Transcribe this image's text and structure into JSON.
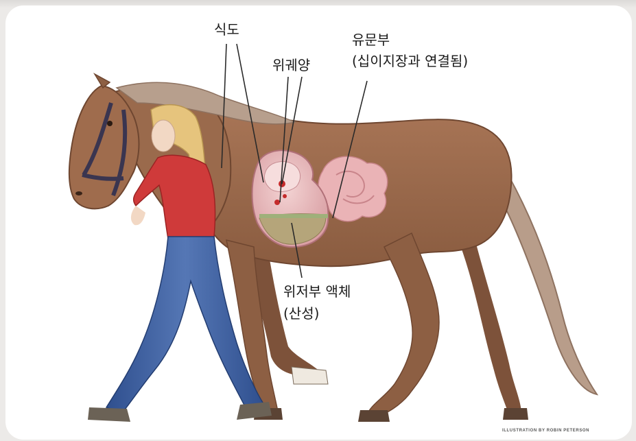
{
  "labels": {
    "esophagus": "식도",
    "ulcer": "위궤양",
    "pylorus_title": "유문부",
    "pylorus_sub": "(십이지장과 연결됨)",
    "fluid_title": "위저부 액체",
    "fluid_sub": "(산성)"
  },
  "credit": "ILLUSTRATION BY ROBIN PETERSON",
  "colors": {
    "horse_body": "#9a6a4c",
    "mane_tail": "#b59a86",
    "shirt": "#cf3a3a",
    "jeans": "#3a5c9c",
    "hair": "#e2c27a",
    "stomach": "#e3b3b7",
    "intestine": "#e9a9ab",
    "fluid": "#b0a070",
    "pointer": "#2a2a2a"
  },
  "icons": [
    "horse-illustration",
    "handler-figure",
    "stomach-cutaway"
  ]
}
